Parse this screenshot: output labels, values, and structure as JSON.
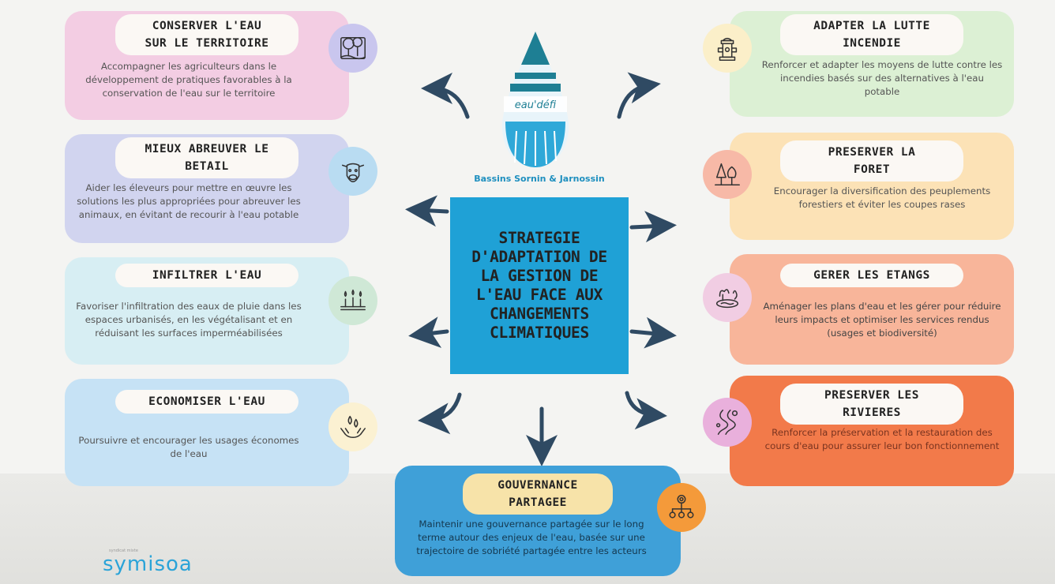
{
  "center": {
    "title": "STRATEGIE\nD'ADAPTATION DE\nLA GESTION DE\nL'EAU FACE AUX\nCHANGEMENTS\nCLIMATIQUES"
  },
  "header": {
    "drop_logo": "eau'défi",
    "basins": "Bassins Sornin & Jarnossin"
  },
  "cards": [
    {
      "title": "CONSERVER L'EAU\nSUR LE TERRITOIRE",
      "text": "Accompagner les agriculteurs dans le développement de pratiques favorables à la conservation de l'eau sur le territoire",
      "icon": "forest-landscape-icon"
    },
    {
      "title": "MIEUX ABREUVER LE\nBETAIL",
      "text": "Aider les éleveurs pour mettre en œuvre les solutions les plus appropriées pour abreuver les animaux, en évitant de recourir à l'eau potable",
      "icon": "cow-icon"
    },
    {
      "title": "INFILTRER L'EAU",
      "text": "Favoriser l'infiltration des eaux de pluie dans les espaces urbanisés, en les végétalisant et en réduisant les surfaces imperméabilisées",
      "icon": "infiltration-icon"
    },
    {
      "title": "ECONOMISER L'EAU",
      "text": "Poursuivre et encourager les usages économes de l'eau",
      "icon": "hands-water-icon"
    },
    {
      "title": "ADAPTER LA LUTTE\nINCENDIE",
      "text": "Renforcer et adapter les moyens de lutte contre les incendies basés sur des alternatives à l'eau potable",
      "icon": "fire-hydrant-icon"
    },
    {
      "title": "PRESERVER LA\nFORET",
      "text": "Encourager la diversification des peuplements forestiers et éviter les coupes rases",
      "icon": "trees-icon"
    },
    {
      "title": "GERER LES ETANGS",
      "text": "Aménager les plans d'eau et les gérer pour réduire leurs impacts et optimiser les services rendus (usages et biodiversité)",
      "icon": "pond-icon"
    },
    {
      "title": "PRESERVER LES\nRIVIERES",
      "text": "Renforcer la préservation et la restauration des cours d'eau pour assurer leur bon fonctionnement",
      "icon": "river-icon"
    },
    {
      "title": "GOUVERNANCE\nPARTAGEE",
      "text": "Maintenir une gouvernance partagée sur le long terme autour des enjeux de l'eau, basée sur une trajectoire de sobriété partagée entre les acteurs",
      "icon": "governance-network-icon"
    }
  ],
  "footer": {
    "logo": "symisoa",
    "logo_tag": "syndicat mixte"
  },
  "colors": {
    "center": "#1fa1d6",
    "arrow": "#2f4a63"
  }
}
